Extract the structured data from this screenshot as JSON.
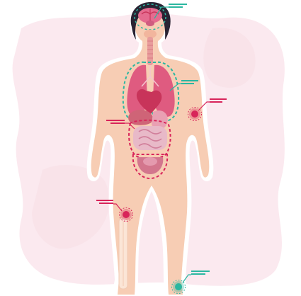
{
  "colors": {
    "background": "#ffffff",
    "blob": "#fbe9ef",
    "body_fill": "#f7cdb4",
    "body_outline": "#ffffff",
    "hair": "#2a2433",
    "brain": "#e56b8f",
    "lungs": "#df5b80",
    "heart": "#c8345a",
    "liver": "#cf6477",
    "stomach": "#e9a0b3",
    "intestine": "#e8b9c8",
    "bladder": "#d3768d",
    "teal_accent": "#2bb7a0",
    "red_accent": "#d8245a",
    "bone": "#fbe5d6"
  },
  "icons": [
    "brain-icon",
    "lungs-icon",
    "heart-icon",
    "stomach-icon",
    "intestine-icon",
    "bladder-icon",
    "knee-bone-icon",
    "elbow-joint-icon",
    "ankle-joint-icon"
  ],
  "callouts": [
    {
      "id": "brain",
      "color": "teal",
      "label_lines": 2
    },
    {
      "id": "lungs",
      "color": "teal",
      "label_lines": 2
    },
    {
      "id": "elbow",
      "color": "red",
      "label_lines": 2
    },
    {
      "id": "intestine",
      "color": "red",
      "label_lines": 2
    },
    {
      "id": "knee",
      "color": "red",
      "label_lines": 2
    },
    {
      "id": "ankle",
      "color": "teal",
      "label_lines": 2
    }
  ]
}
